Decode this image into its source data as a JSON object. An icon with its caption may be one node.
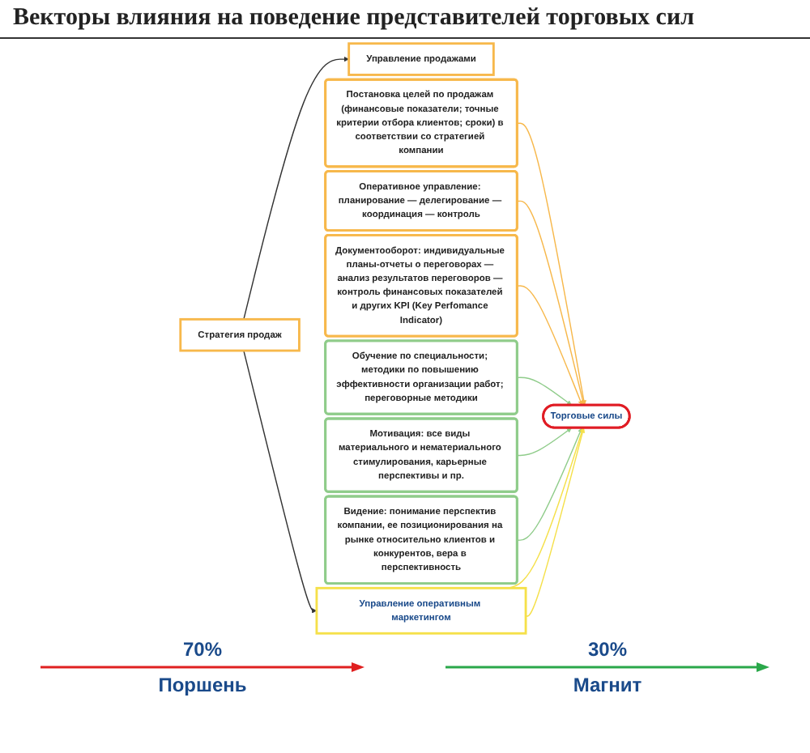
{
  "diagram": {
    "title": "Векторы влияния на поведение представителей торговых сил",
    "nodes": [
      {
        "text": [
          "Стратегия продаж"
        ]
      },
      {
        "text": [
          "Управление продажами"
        ]
      },
      {
        "text": [
          "Постановка целей по продажам (финансовые показатели; точные критерии отбора клиентов; сроки) в соответствии со стратегией компании"
        ]
      },
      {
        "text": [
          "Оперативное управление: планирование — делегирование — координация — контроль"
        ]
      },
      {
        "text": [
          "Документооборот: индивидуальные планы-отчеты о переговорах — анализ результатов переговоров — контроль финансовых показателей и других KPI (Key Perfomance Indicator)"
        ]
      },
      {
        "text": [
          "Торговые силы"
        ]
      },
      {
        "text": [
          "Обучение по специальности; методики по повышению эффективности организации работ; переговорные методики"
        ]
      },
      {
        "text": [
          "Мотивация: все виды материального и нематериального стимулирования, карьерные перспективы и пр."
        ]
      },
      {
        "text": [
          "Видение: понимание перспектив компании, ее позиционирования на рынке относительно клиентов и конкурентов, вера в перспективность"
        ]
      },
      {
        "text": [
          "Управление оперативным маркетингом"
        ]
      }
    ],
    "edges": [
      {
        "from": 0,
        "to": 1,
        "arrow": "to",
        "color": "#333333"
      },
      {
        "from": 0,
        "to": 9,
        "arrow": "to",
        "color": "#333333"
      },
      {
        "from": 2,
        "to": 5,
        "arrow": "to",
        "color": "#f7b84b"
      },
      {
        "from": 3,
        "to": 5,
        "arrow": "to",
        "color": "#f7b84b"
      },
      {
        "from": 4,
        "to": 5,
        "arrow": "to",
        "color": "#f7b84b"
      },
      {
        "from": 6,
        "to": 5,
        "arrow": "to",
        "color": "#8fcc8a"
      },
      {
        "from": 7,
        "to": 5,
        "arrow": "to",
        "color": "#8fcc8a"
      },
      {
        "from": 8,
        "to": 5,
        "arrow": "to",
        "color": "#8fcc8a"
      },
      {
        "from": 9,
        "to": 5,
        "arrow": "to",
        "color": "#f5e04a"
      },
      {
        "from": 9,
        "to": 5,
        "arrow": "to",
        "color": "#f5e04a"
      }
    ],
    "labels": [
      "70%",
      "30%",
      "Поршень",
      "Магнит"
    ]
  }
}
